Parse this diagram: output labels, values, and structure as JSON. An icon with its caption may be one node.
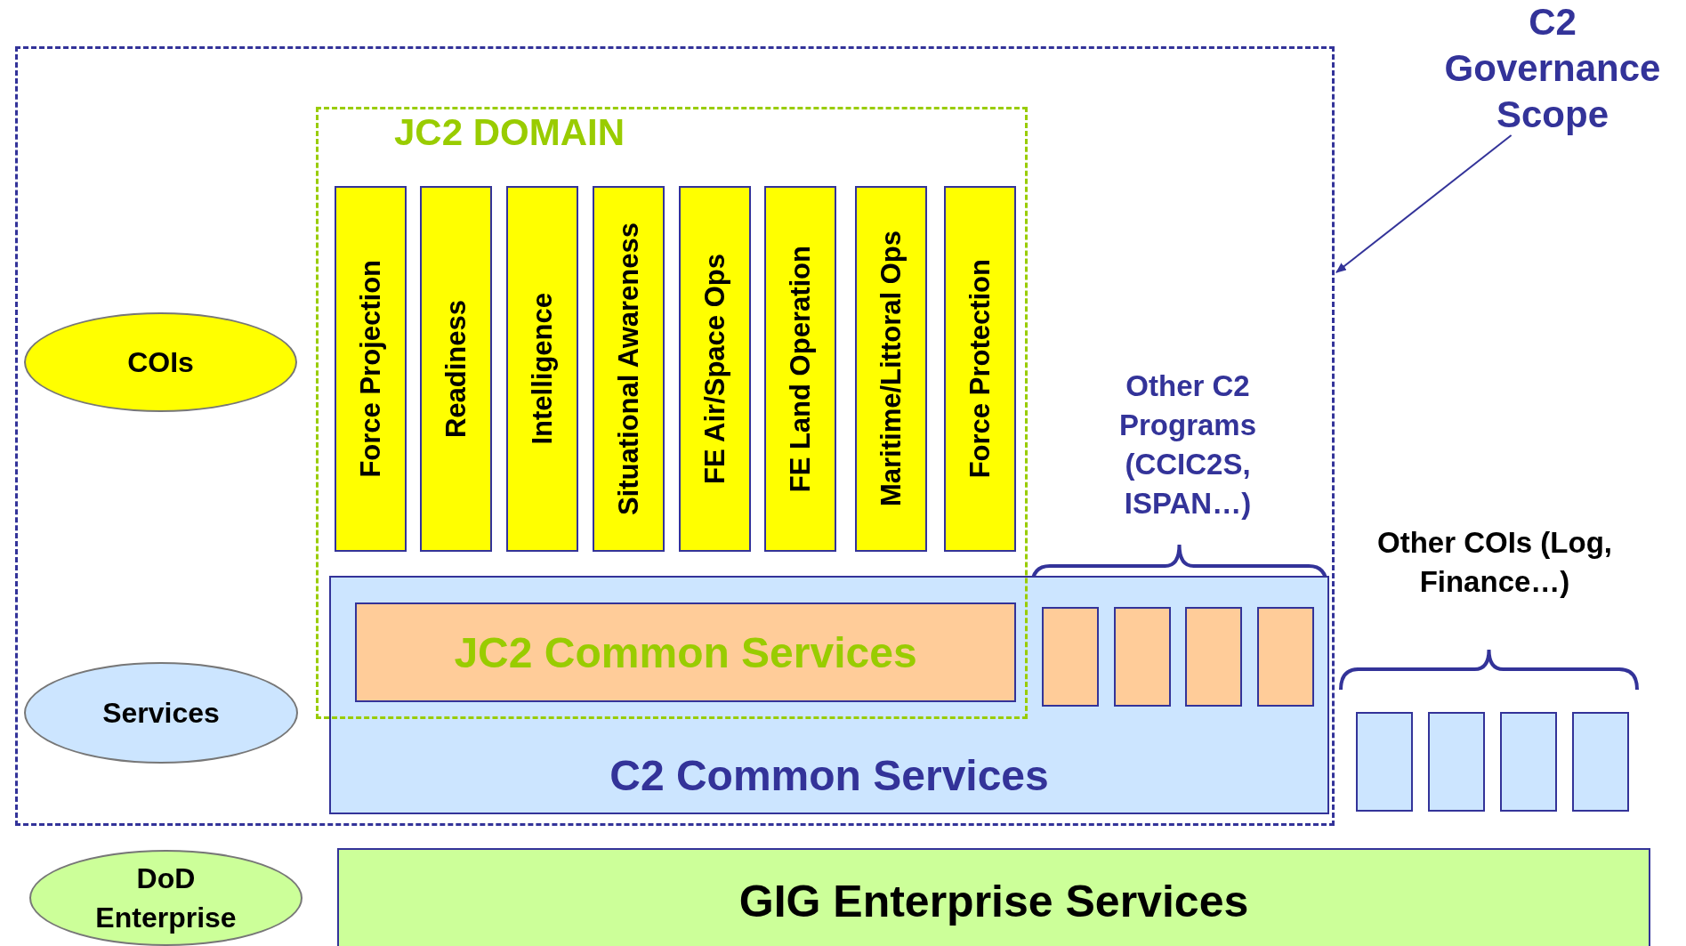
{
  "diagram": {
    "nodes": [
      {
        "text": [],
        "shape": "box"
      },
      {
        "text": [
          "C2 Governance Scope"
        ]
      },
      {
        "text": [
          "COIs"
        ],
        "in": 0
      },
      {
        "text": [
          "Services"
        ],
        "in": 0
      },
      {
        "text": [
          "JC2 DOMAIN"
        ],
        "in": 0
      },
      {
        "text": [
          "Force Projection"
        ],
        "in": 4
      },
      {
        "text": [
          "Readiness"
        ],
        "in": 4
      },
      {
        "text": [
          "Intelligence"
        ],
        "in": 4
      },
      {
        "text": [
          "Situational Awareness"
        ],
        "in": 4
      },
      {
        "text": [
          "FE Air/Space Ops"
        ],
        "in": 4
      },
      {
        "text": [
          "FE Land Operation"
        ],
        "in": 4
      },
      {
        "text": [
          "Maritime/Littoral Ops"
        ],
        "in": 4
      },
      {
        "text": [
          "Force Protection"
        ],
        "in": 4
      },
      {
        "text": [
          "C2 Common Services"
        ],
        "in": 0
      },
      {
        "text": [
          "JC2 Common Services"
        ]
      },
      {
        "text": [],
        "shape": "box",
        "in": 13
      },
      {
        "text": [],
        "shape": "box",
        "in": 13
      },
      {
        "text": [],
        "shape": "box",
        "in": 13
      },
      {
        "text": [],
        "shape": "box",
        "in": 13
      },
      {
        "text": [],
        "shape": "box"
      },
      {
        "text": [],
        "shape": "box"
      },
      {
        "text": [],
        "shape": "box"
      },
      {
        "text": [],
        "shape": "box"
      },
      {
        "text": [
          "DoD Enterprise"
        ]
      },
      {
        "text": [
          "GIG Enterprise Services"
        ]
      }
    ],
    "edges": [
      {
        "from": 1,
        "to": 0,
        "arrow": "to"
      }
    ],
    "labels": [
      "Other C2 Programs (CCIC2S, ISPAN…)",
      "Other COIs (Log, Finance…)"
    ]
  }
}
